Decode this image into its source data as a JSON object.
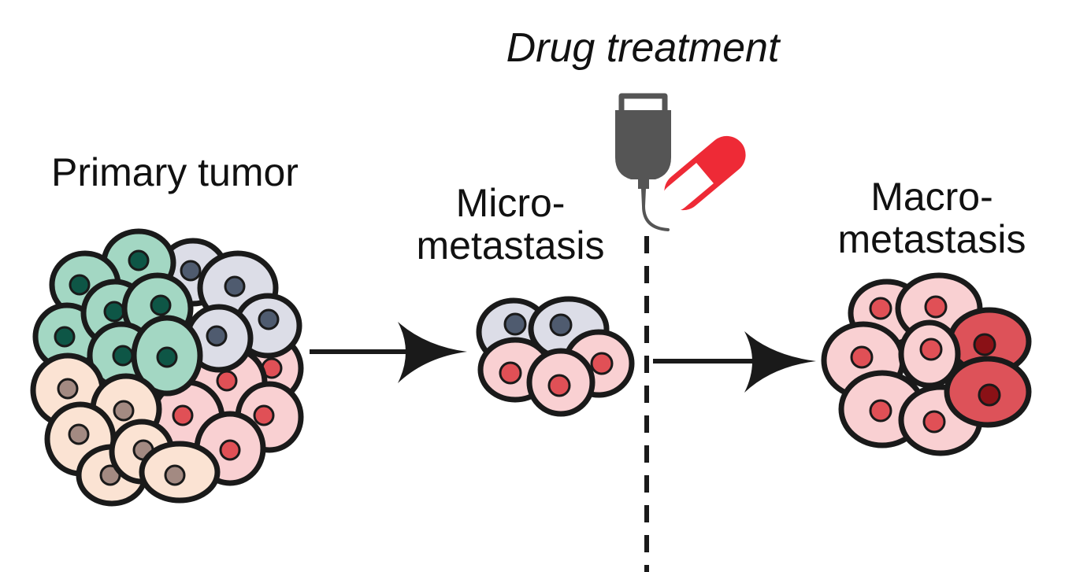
{
  "labels": {
    "drug_treatment": "Drug treatment",
    "primary_tumor": "Primary tumor",
    "micro_line1": "Micro-",
    "micro_line2": "metastasis",
    "macro_line1": "Macro-",
    "macro_line2": "metastasis"
  },
  "colors": {
    "green_cell": "#a3d7c3",
    "green_nucleus": "#0e5646",
    "gray_cell": "#dcdde7",
    "gray_nucleus": "#4f5b6f",
    "peach_cell": "#fbe3d3",
    "peach_nucleus": "#a38a82",
    "pink_cell": "#f9d0d2",
    "pink_nucleus": "#e05056",
    "dark_red_cell": "#dd5259",
    "dark_red_nucleus": "#8a1116",
    "iv_bag": "#555555",
    "pill_red": "#ee2a36",
    "outline": "#1a1a1a"
  },
  "icons": [
    "iv-bag-icon",
    "pill-capsule-icon"
  ]
}
